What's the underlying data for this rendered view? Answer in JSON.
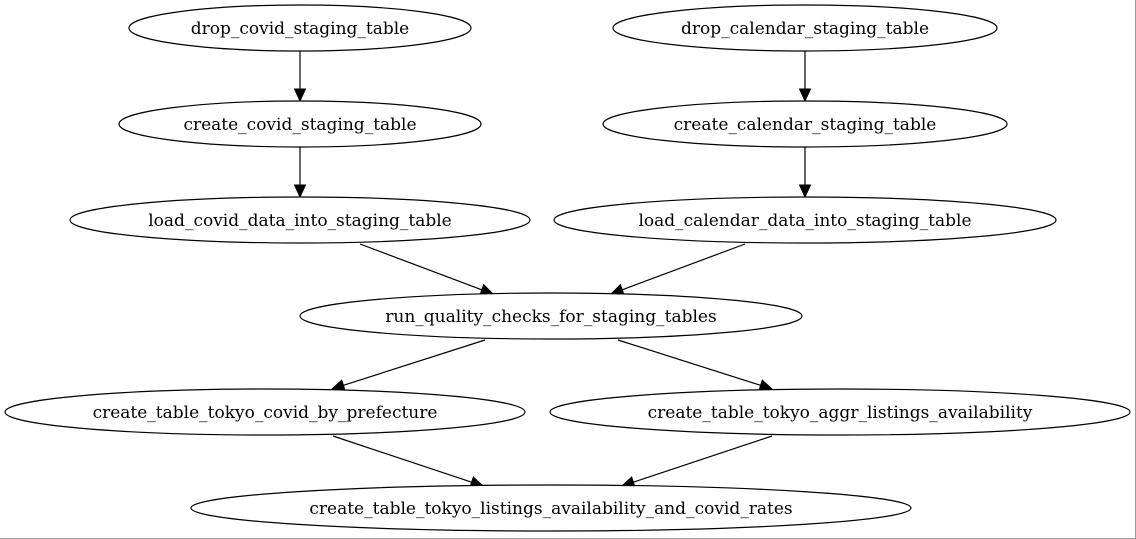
{
  "graph": {
    "nodes": [
      {
        "id": "drop_covid",
        "label": "drop_covid_staging_table"
      },
      {
        "id": "drop_calendar",
        "label": "drop_calendar_staging_table"
      },
      {
        "id": "create_covid",
        "label": "create_covid_staging_table"
      },
      {
        "id": "create_calendar",
        "label": "create_calendar_staging_table"
      },
      {
        "id": "load_covid",
        "label": "load_covid_data_into_staging_table"
      },
      {
        "id": "load_calendar",
        "label": "load_calendar_data_into_staging_table"
      },
      {
        "id": "quality",
        "label": "run_quality_checks_for_staging_tables"
      },
      {
        "id": "covid_pref",
        "label": "create_table_tokyo_covid_by_prefecture"
      },
      {
        "id": "aggr",
        "label": "create_table_tokyo_aggr_listings_availability"
      },
      {
        "id": "final",
        "label": "create_table_tokyo_listings_availability_and_covid_rates"
      }
    ],
    "edges": [
      {
        "from": "drop_covid",
        "to": "create_covid"
      },
      {
        "from": "create_covid",
        "to": "load_covid"
      },
      {
        "from": "drop_calendar",
        "to": "create_calendar"
      },
      {
        "from": "create_calendar",
        "to": "load_calendar"
      },
      {
        "from": "load_covid",
        "to": "quality"
      },
      {
        "from": "load_calendar",
        "to": "quality"
      },
      {
        "from": "quality",
        "to": "covid_pref"
      },
      {
        "from": "quality",
        "to": "aggr"
      },
      {
        "from": "covid_pref",
        "to": "final"
      },
      {
        "from": "aggr",
        "to": "final"
      }
    ]
  }
}
